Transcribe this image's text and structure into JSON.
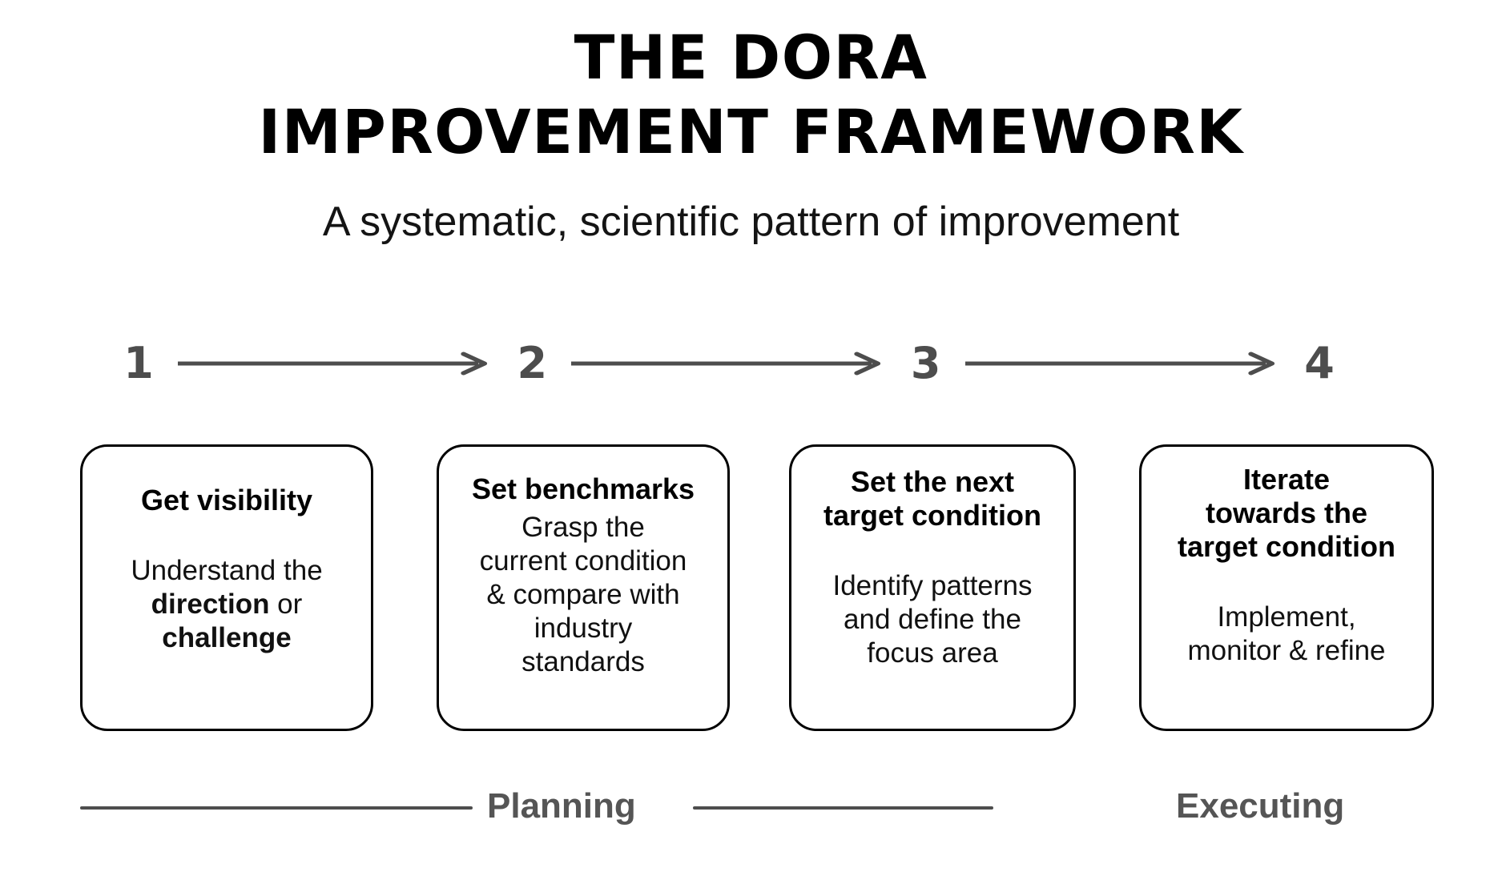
{
  "header": {
    "title_line1": "THE DORA",
    "title_line2": "IMPROVEMENT FRAMEWORK",
    "subtitle": "A systematic, scientific pattern of improvement"
  },
  "steps": [
    {
      "number": "1"
    },
    {
      "number": "2"
    },
    {
      "number": "3"
    },
    {
      "number": "4"
    }
  ],
  "cards": [
    {
      "heading": "Get visibility",
      "body_prefix": "Understand the\n",
      "body_bold_1": "direction",
      "body_mid": " or\n",
      "body_bold_2": "challenge",
      "body_suffix": ""
    },
    {
      "heading": "Set benchmarks",
      "body": "Grasp the\ncurrent condition\n& compare with\nindustry\nstandards"
    },
    {
      "heading": "Set the next\ntarget condition",
      "body": "Identify patterns\nand define the\nfocus area"
    },
    {
      "heading": "Iterate\ntowards the\ntarget condition",
      "body": "Implement,\nmonitor & refine"
    }
  ],
  "phases": {
    "planning": "Planning",
    "executing": "Executing"
  },
  "colors": {
    "background": "#ffffff",
    "text": "#000000",
    "accent_gray": "#4d4d4d",
    "phase_label": "#555555",
    "card_border": "#000000"
  }
}
